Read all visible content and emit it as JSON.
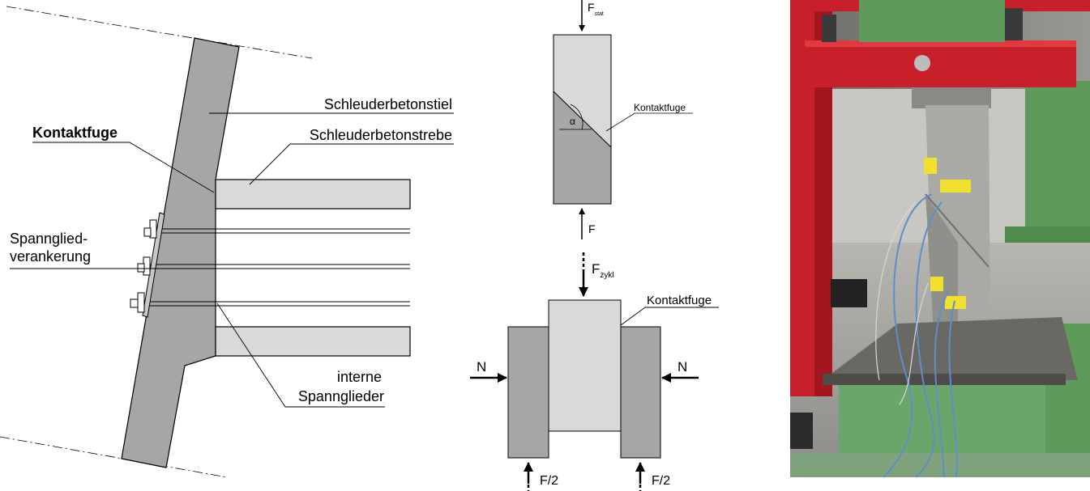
{
  "left_diagram": {
    "label_strut_column": "Schleuderbetonstiel",
    "label_strut_brace": "Schleuderbetonstrebe",
    "label_contact_joint": "Kontaktfuge",
    "label_anchorage_line1": "Spannglied-",
    "label_anchorage_line2": "verankerung",
    "label_internal_line1": "interne",
    "label_internal_line2": "Spannglieder"
  },
  "top_middle_diagram": {
    "force_top_main": "F",
    "force_top_sub": "stat",
    "angle_symbol": "α",
    "contact_joint": "Kontaktfuge",
    "force_bottom": "F"
  },
  "bottom_middle_diagram": {
    "force_top_main": "F",
    "force_top_sub": "zykl",
    "contact_joint": "Kontaktfuge",
    "normal_left": "N",
    "normal_right": "N",
    "half_force_left": "F/2",
    "half_force_right": "F/2"
  },
  "photo": {
    "colors": {
      "red": "#c8202a",
      "green": "#5e9a5a",
      "concrete": "#a9a9a6",
      "tape": "#f2e030",
      "cable": "#5b8fc9"
    }
  }
}
